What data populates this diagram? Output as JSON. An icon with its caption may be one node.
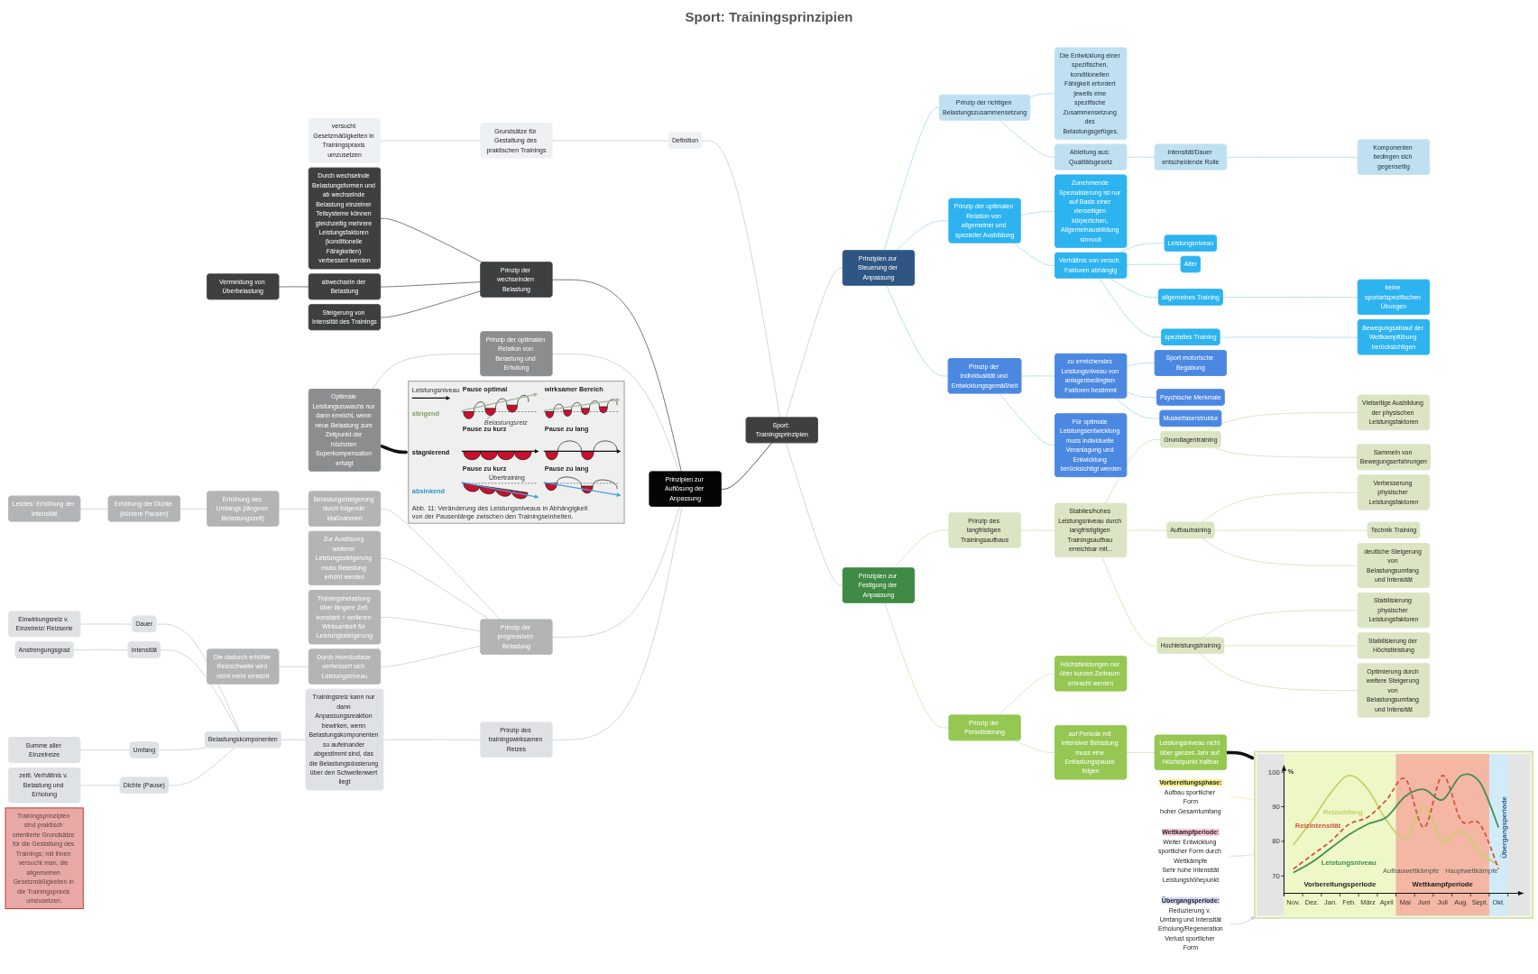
{
  "diagram": {
    "title": "Sport: Trainingsprinzipien",
    "nodes": [
      {
        "text": [
          "Sport: Trainingsprinzipien"
        ]
      },
      {
        "text": [
          "Definition"
        ]
      },
      {
        "text": [
          "Grundsätze für Gestaltung des praktischen Trainings"
        ]
      },
      {
        "text": [
          "versucht Gesetzmäßigkeiten in Trainingspraxis umzusetzen"
        ]
      },
      {
        "text": [
          "Prinzipien zur Steuerung der Anpassung"
        ]
      },
      {
        "text": [
          "Prinzip der richtigen Belastungszusammensetzung"
        ]
      },
      {
        "text": [
          "Die Entwicklung einer spezifischen, konditionellen Fähigkeit erfordert jeweils eine spezifische Zusammensetzung des Belastungsgefüges."
        ]
      },
      {
        "text": [
          "Ableitung aus: Qualitätsgesetz"
        ]
      },
      {
        "text": [
          "Intensität/Dauer entscheidende Rolle"
        ]
      },
      {
        "text": [
          "Komponenten bedingen sich gegenseitig"
        ]
      },
      {
        "text": [
          "Prinzip der optimalen Relation von allgemeiner und spezieller Ausbildung"
        ]
      },
      {
        "text": [
          "Zunehmende Spezialisierung ist nur auf Basis einer vierseitigen körperlichen, Allgemeinausbildung sinnvoll"
        ]
      },
      {
        "text": [
          "Verhältnis von versch. Faktoren abhängig"
        ]
      },
      {
        "text": [
          "Leistungsniveau"
        ]
      },
      {
        "text": [
          "Alter"
        ]
      },
      {
        "text": [
          "allgemeines Training"
        ]
      },
      {
        "text": [
          "keine sportartspezifischen Übungen"
        ]
      },
      {
        "text": [
          "spezielles Training"
        ]
      },
      {
        "text": [
          "Bewegungsablauf der Wettkampfübung berücksichtigen"
        ]
      },
      {
        "text": [
          "Prinzip der Individualität und Entwicklungsgemäßheit"
        ]
      },
      {
        "text": [
          "zu erreichendes Leistungsniveau von anlagenbedingten Faktoren bestimmt"
        ]
      },
      {
        "text": [
          "Sport motorische Begabung"
        ]
      },
      {
        "text": [
          "Psychische Merkmale"
        ]
      },
      {
        "text": [
          "Muskelfaserstruktur"
        ]
      },
      {
        "text": [
          "Für optimale Leistungsentwicklung muss individuelle Veranlagung und Entwicklung berücksichtigt werden"
        ]
      },
      {
        "text": [
          "Prinzipien zur Auflösung der Anpassung"
        ]
      },
      {
        "text": [
          "Prinzip der wechselnden Belastung"
        ]
      },
      {
        "text": [
          "Durch wechselnde Belastungsformen und ab wechselnde Belastung einzelner Teilsysteme können gleichzeitig mehrere Leistungsfaktoren (konditionelle Fähigkeiten) verbessert werden"
        ]
      },
      {
        "text": [
          "abwechseln der Belastung"
        ]
      },
      {
        "text": [
          "Vermeidung von Überbelastung"
        ]
      },
      {
        "text": [
          "Steigerung von Intensität des Trainings"
        ]
      },
      {
        "text": [
          "Prinzip der optimalen Relation von Belastung und Erholung"
        ]
      },
      {
        "text": [
          "Optimale Leistungszuwachs nur dann erreicht, wenn neue Belastung zum Zeitpunkt der höchsten Superkompensation erfolgt"
        ]
      },
      {
        "text": [],
        "shape": "picture"
      },
      {
        "text": [
          "Prinzip der progressiven Belastung"
        ]
      },
      {
        "text": [
          "Belastungssteigerung durch folgende Maßnahmen"
        ]
      },
      {
        "text": [
          "Erhöhung des Umfangs (längerer Belastungszeit)"
        ]
      },
      {
        "text": [
          "Erhöhung der Dichte (kürzere Pausen)"
        ]
      },
      {
        "text": [
          "Letztes: Erhöhung der Intensität"
        ]
      },
      {
        "text": [
          "Zur Auslösung weiterer Leistungssteigerung muss Belastung erhöht werden"
        ]
      },
      {
        "text": [
          "Trainingsbelastung über längere Zeit konstant = verlieren Wirksamkeit für Leistungssteigerung"
        ]
      },
      {
        "text": [
          "Durch Homöostase verbessert sich Leistungsniveau"
        ]
      },
      {
        "text": [
          "Die dadurch erhöhte Reizschwelle wird nicht mehr erreicht"
        ]
      },
      {
        "text": [
          "Prinzip des trainingswirksamen Reizes"
        ]
      },
      {
        "text": [
          "Trainingsreiz kann nur dann Anpassungsreaktion bewirken, wenn Belastungskomponenten so aufeinander abgestimmt sind, das die Belastungsdosierung über den Schwellenwert liegt"
        ]
      },
      {
        "text": [
          "Belastungskomponenten"
        ]
      },
      {
        "text": [
          "Dauer"
        ]
      },
      {
        "text": [
          "Einwirkungsreiz v. Einzelreiz/ Reizserie"
        ]
      },
      {
        "text": [
          "Intensität"
        ]
      },
      {
        "text": [
          "Anstrengungsgrad"
        ]
      },
      {
        "text": [
          "Umfang"
        ]
      },
      {
        "text": [
          "Summe aller Einzelreize"
        ]
      },
      {
        "text": [
          "Dichte (Pause)"
        ]
      },
      {
        "text": [
          "zeitl. Verhältnis v. Belastung und Erholung"
        ]
      },
      {
        "text": [
          "Prinzipien zur Festigung der Anpassung"
        ]
      },
      {
        "text": [
          "Prinzip des langfristigen Trainingsaufbaus"
        ]
      },
      {
        "text": [
          "Stabiles/hohes Leistungsniveau durch langfristigtigen Trainingsaufbau erreichbar mit..."
        ]
      },
      {
        "text": [
          "Grundlagentraining"
        ]
      },
      {
        "text": [
          "Vielseitige Ausbildung der physischen Leistungsfaktoren"
        ]
      },
      {
        "text": [
          "Sammeln von Bewegungserfahrungen"
        ]
      },
      {
        "text": [
          "Aufbautraining"
        ]
      },
      {
        "text": [
          "Verbesserung physischer Leistungsfaktoren"
        ]
      },
      {
        "text": [
          "Technik Training"
        ]
      },
      {
        "text": [
          "deutliche Steigerung von Belastungsumfang und Intensität"
        ]
      },
      {
        "text": [
          "Hochleistungstraining"
        ]
      },
      {
        "text": [
          "Stabilisierung physischer Leistungsfaktoren"
        ]
      },
      {
        "text": [
          "Stabilisierung der Höchstleistung"
        ]
      },
      {
        "text": [
          "Optimierung durch weitere Steigerung von Belastungsumfang und Intensität"
        ]
      },
      {
        "text": [
          "Prinzip der Periodisierung"
        ]
      },
      {
        "text": [
          "Höchstleistungen nur über kurzen Zeitraum erbracht werden"
        ]
      },
      {
        "text": [
          "auf Periode mit intensiver Belastung muss eine Entlastungspause folgen"
        ]
      },
      {
        "text": [
          "Leistungsniveau nicht über ganzes Jahr auf Höchstpunkt haltbar"
        ]
      },
      {
        "text": [],
        "shape": "picture"
      },
      {
        "text": [
          "Vorbereitungsphase:",
          "Aufbau sportlicher Form",
          "hoher Gesamtumfang"
        ]
      },
      {
        "text": [
          "Wettkampfperiode:",
          "Weiter Entwicklung sportlicher Form durch Wettkämpfe",
          "Sehr hohe Intensität",
          "Leistungshöhepunkt"
        ]
      },
      {
        "text": [
          "Übergangsperiode:",
          "Reduzierung v. Umfang und Intensität",
          "Erholung/Regeneration",
          "Verlust sportlicher Form"
        ]
      },
      {
        "text": [
          "Trainingsprinzipien sind praktisch orientierte Grundsätze für die Gestaltung des Trainings; mit ihnen versucht man, die allgemeinen Gesetzmäßigkeiten in die Trainingspraxis umzusetzen."
        ]
      }
    ],
    "edges": [
      {
        "from": 1,
        "to": 0,
        "arrow": "none"
      },
      {
        "from": 2,
        "to": 1,
        "arrow": "none"
      },
      {
        "from": 3,
        "to": 2,
        "arrow": "none"
      },
      {
        "from": 0,
        "to": 4,
        "arrow": "none"
      },
      {
        "from": 4,
        "to": 5,
        "arrow": "none",
        "color": "#9fd4ef"
      },
      {
        "from": 5,
        "to": 6,
        "arrow": "none",
        "color": "#9fd4ef"
      },
      {
        "from": 5,
        "to": 7,
        "arrow": "none",
        "color": "#9fd4ef"
      },
      {
        "from": 7,
        "to": 8,
        "arrow": "none",
        "color": "#9fd4ef"
      },
      {
        "from": 8,
        "to": 9,
        "arrow": "none",
        "color": "#9fd4ef"
      },
      {
        "from": 4,
        "to": 10,
        "arrow": "none",
        "color": "#9fd4ef"
      },
      {
        "from": 10,
        "to": 11,
        "arrow": "none",
        "color": "#9fd4ef"
      },
      {
        "from": 10,
        "to": 12,
        "arrow": "none",
        "color": "#9fd4ef"
      },
      {
        "from": 12,
        "to": 13,
        "arrow": "none",
        "color": "#9fd4ef"
      },
      {
        "from": 12,
        "to": 14,
        "arrow": "none",
        "color": "#9fd4ef"
      },
      {
        "from": 12,
        "to": 15,
        "arrow": "none",
        "color": "#9fd4ef"
      },
      {
        "from": 15,
        "to": 16,
        "arrow": "none",
        "color": "#9fd4ef"
      },
      {
        "from": 12,
        "to": 17,
        "arrow": "none",
        "color": "#9fd4ef"
      },
      {
        "from": 17,
        "to": 18,
        "arrow": "none",
        "color": "#9fd4ef"
      },
      {
        "from": 4,
        "to": 19,
        "arrow": "none",
        "color": "#9fd4ef"
      },
      {
        "from": 19,
        "to": 20,
        "arrow": "none",
        "color": "#9fd4ef"
      },
      {
        "from": 20,
        "to": 21,
        "arrow": "none",
        "color": "#9fd4ef"
      },
      {
        "from": 20,
        "to": 22,
        "arrow": "none",
        "color": "#9fd4ef"
      },
      {
        "from": 20,
        "to": 23,
        "arrow": "none",
        "color": "#9fd4ef"
      },
      {
        "from": 19,
        "to": 24,
        "arrow": "none",
        "color": "#9fd4ef"
      },
      {
        "from": 25,
        "to": 0,
        "arrow": "none",
        "color": "#1e1e1e"
      },
      {
        "from": 26,
        "to": 25,
        "arrow": "none",
        "color": "#4a4a4a"
      },
      {
        "from": 27,
        "to": 26,
        "arrow": "none",
        "color": "#4a4a4a"
      },
      {
        "from": 28,
        "to": 26,
        "arrow": "none",
        "color": "#4a4a4a"
      },
      {
        "from": 29,
        "to": 28,
        "arrow": "none",
        "color": "#4a4a4a"
      },
      {
        "from": 30,
        "to": 26,
        "arrow": "none",
        "color": "#4a4a4a"
      },
      {
        "from": 31,
        "to": 25,
        "arrow": "none"
      },
      {
        "from": 32,
        "to": 31,
        "arrow": "none"
      },
      {
        "from": 32,
        "to": 33,
        "arrow": "to",
        "style": "thick",
        "color": "#111111"
      },
      {
        "from": 34,
        "to": 25,
        "arrow": "none"
      },
      {
        "from": 35,
        "to": 34,
        "arrow": "none"
      },
      {
        "from": 36,
        "to": 35,
        "arrow": "none"
      },
      {
        "from": 37,
        "to": 36,
        "arrow": "none"
      },
      {
        "from": 38,
        "to": 37,
        "arrow": "none"
      },
      {
        "from": 39,
        "to": 34,
        "arrow": "none"
      },
      {
        "from": 40,
        "to": 34,
        "arrow": "none"
      },
      {
        "from": 41,
        "to": 34,
        "arrow": "none"
      },
      {
        "from": 42,
        "to": 41,
        "arrow": "none"
      },
      {
        "from": 43,
        "to": 25,
        "arrow": "none"
      },
      {
        "from": 44,
        "to": 43,
        "arrow": "none"
      },
      {
        "from": 45,
        "to": 44,
        "arrow": "none"
      },
      {
        "from": 46,
        "to": 45,
        "arrow": "none"
      },
      {
        "from": 47,
        "to": 46,
        "arrow": "none"
      },
      {
        "from": 48,
        "to": 45,
        "arrow": "none"
      },
      {
        "from": 49,
        "to": 48,
        "arrow": "none"
      },
      {
        "from": 50,
        "to": 45,
        "arrow": "none"
      },
      {
        "from": 51,
        "to": 50,
        "arrow": "none"
      },
      {
        "from": 52,
        "to": 45,
        "arrow": "none"
      },
      {
        "from": 53,
        "to": 52,
        "arrow": "none"
      },
      {
        "from": 0,
        "to": 54,
        "arrow": "none"
      },
      {
        "from": 54,
        "to": 55,
        "arrow": "none",
        "color": "#cfe0ad"
      },
      {
        "from": 55,
        "to": 56,
        "arrow": "none",
        "color": "#cfe0ad"
      },
      {
        "from": 56,
        "to": 57,
        "arrow": "none",
        "color": "#cfe0ad"
      },
      {
        "from": 57,
        "to": 58,
        "arrow": "none",
        "color": "#cfe0ad"
      },
      {
        "from": 57,
        "to": 59,
        "arrow": "none",
        "color": "#cfe0ad"
      },
      {
        "from": 56,
        "to": 60,
        "arrow": "none",
        "color": "#cfe0ad"
      },
      {
        "from": 60,
        "to": 61,
        "arrow": "none",
        "color": "#cfe0ad"
      },
      {
        "from": 60,
        "to": 62,
        "arrow": "none",
        "color": "#cfe0ad"
      },
      {
        "from": 60,
        "to": 63,
        "arrow": "none",
        "color": "#cfe0ad"
      },
      {
        "from": 56,
        "to": 64,
        "arrow": "none",
        "color": "#cfe0ad"
      },
      {
        "from": 64,
        "to": 65,
        "arrow": "none",
        "color": "#cfe0ad"
      },
      {
        "from": 64,
        "to": 66,
        "arrow": "none",
        "color": "#cfe0ad"
      },
      {
        "from": 64,
        "to": 67,
        "arrow": "none",
        "color": "#cfe0ad"
      },
      {
        "from": 54,
        "to": 68,
        "arrow": "none",
        "color": "#cfe0ad"
      },
      {
        "from": 68,
        "to": 69,
        "arrow": "none",
        "color": "#cfe0ad"
      },
      {
        "from": 68,
        "to": 70,
        "arrow": "none",
        "color": "#cfe0ad"
      },
      {
        "from": 70,
        "to": 71,
        "arrow": "none",
        "color": "#cfe0ad"
      },
      {
        "from": 71,
        "to": 72,
        "arrow": "to",
        "style": "thick",
        "color": "#111111"
      },
      {
        "from": 73,
        "to": 72,
        "arrow": "none",
        "color": "#eeea7a"
      },
      {
        "from": 74,
        "to": 72,
        "arrow": "none",
        "color": "#f2c6a8"
      },
      {
        "from": 75,
        "to": 72,
        "arrow": "to",
        "color": "#b9c8ee"
      }
    ],
    "labels": [
      "Leistungsniveau",
      "steigend",
      "Pause optimal",
      "wirksamer Bereich",
      "Belastungsreiz",
      "stagnierend",
      "Pause zu kurz",
      "Pause zu lang",
      "absinkend",
      "Pause zu kurz",
      "Übertraining",
      "Pause zu lang",
      "Abb. 11: Veränderung des Leistungsniveaus in Abhängigkeit von der Pausenlänge zwischen den Trainingseinheiten."
    ],
    "chart_data": {
      "type": "line",
      "ylabel": "%",
      "categories": [
        "Nov.",
        "Dez.",
        "Jan.",
        "Feb.",
        "März",
        "April",
        "Mai",
        "Juni",
        "Juli",
        "Aug.",
        "Sept.",
        "Okt."
      ],
      "series": [
        {
          "name": "Reizumfang",
          "color": "#c9cf6a",
          "values": [
            79,
            86,
            94,
            99,
            95,
            86,
            81,
            90,
            80,
            83,
            77,
            73
          ]
        },
        {
          "name": "Reizintensität",
          "color": "#d9503f",
          "line_style": "dashed",
          "values": [
            72,
            76,
            80,
            85,
            87,
            92,
            98,
            84,
            99,
            86,
            85,
            72
          ]
        },
        {
          "name": "Leistungsniveau",
          "color": "#3e8e4e",
          "values": [
            71,
            74,
            78,
            82,
            85,
            87,
            93,
            95,
            92,
            99,
            97,
            84
          ]
        }
      ],
      "ylim": [
        65,
        102
      ],
      "yticks": [
        70,
        80,
        90,
        100
      ],
      "annotations": [
        "Vorbereitungsperiode",
        "Aufbauwettkämpfe",
        "Hauptwettkämpfe",
        "Wettkampfperiode",
        "Übergangsperiode"
      ]
    }
  }
}
